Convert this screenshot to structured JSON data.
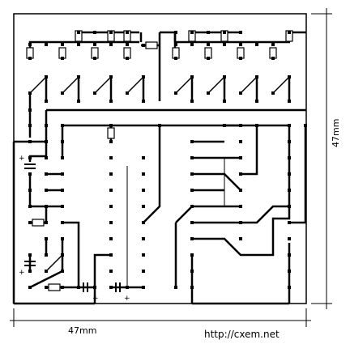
{
  "dimensions": {
    "width_label": "47mm",
    "height_label": "47mm"
  },
  "footer": {
    "url": "http://cxem.net"
  },
  "polarity_symbol": "+",
  "colors": {
    "background": "#ffffff",
    "trace": "#000000",
    "pad": "#000000"
  }
}
